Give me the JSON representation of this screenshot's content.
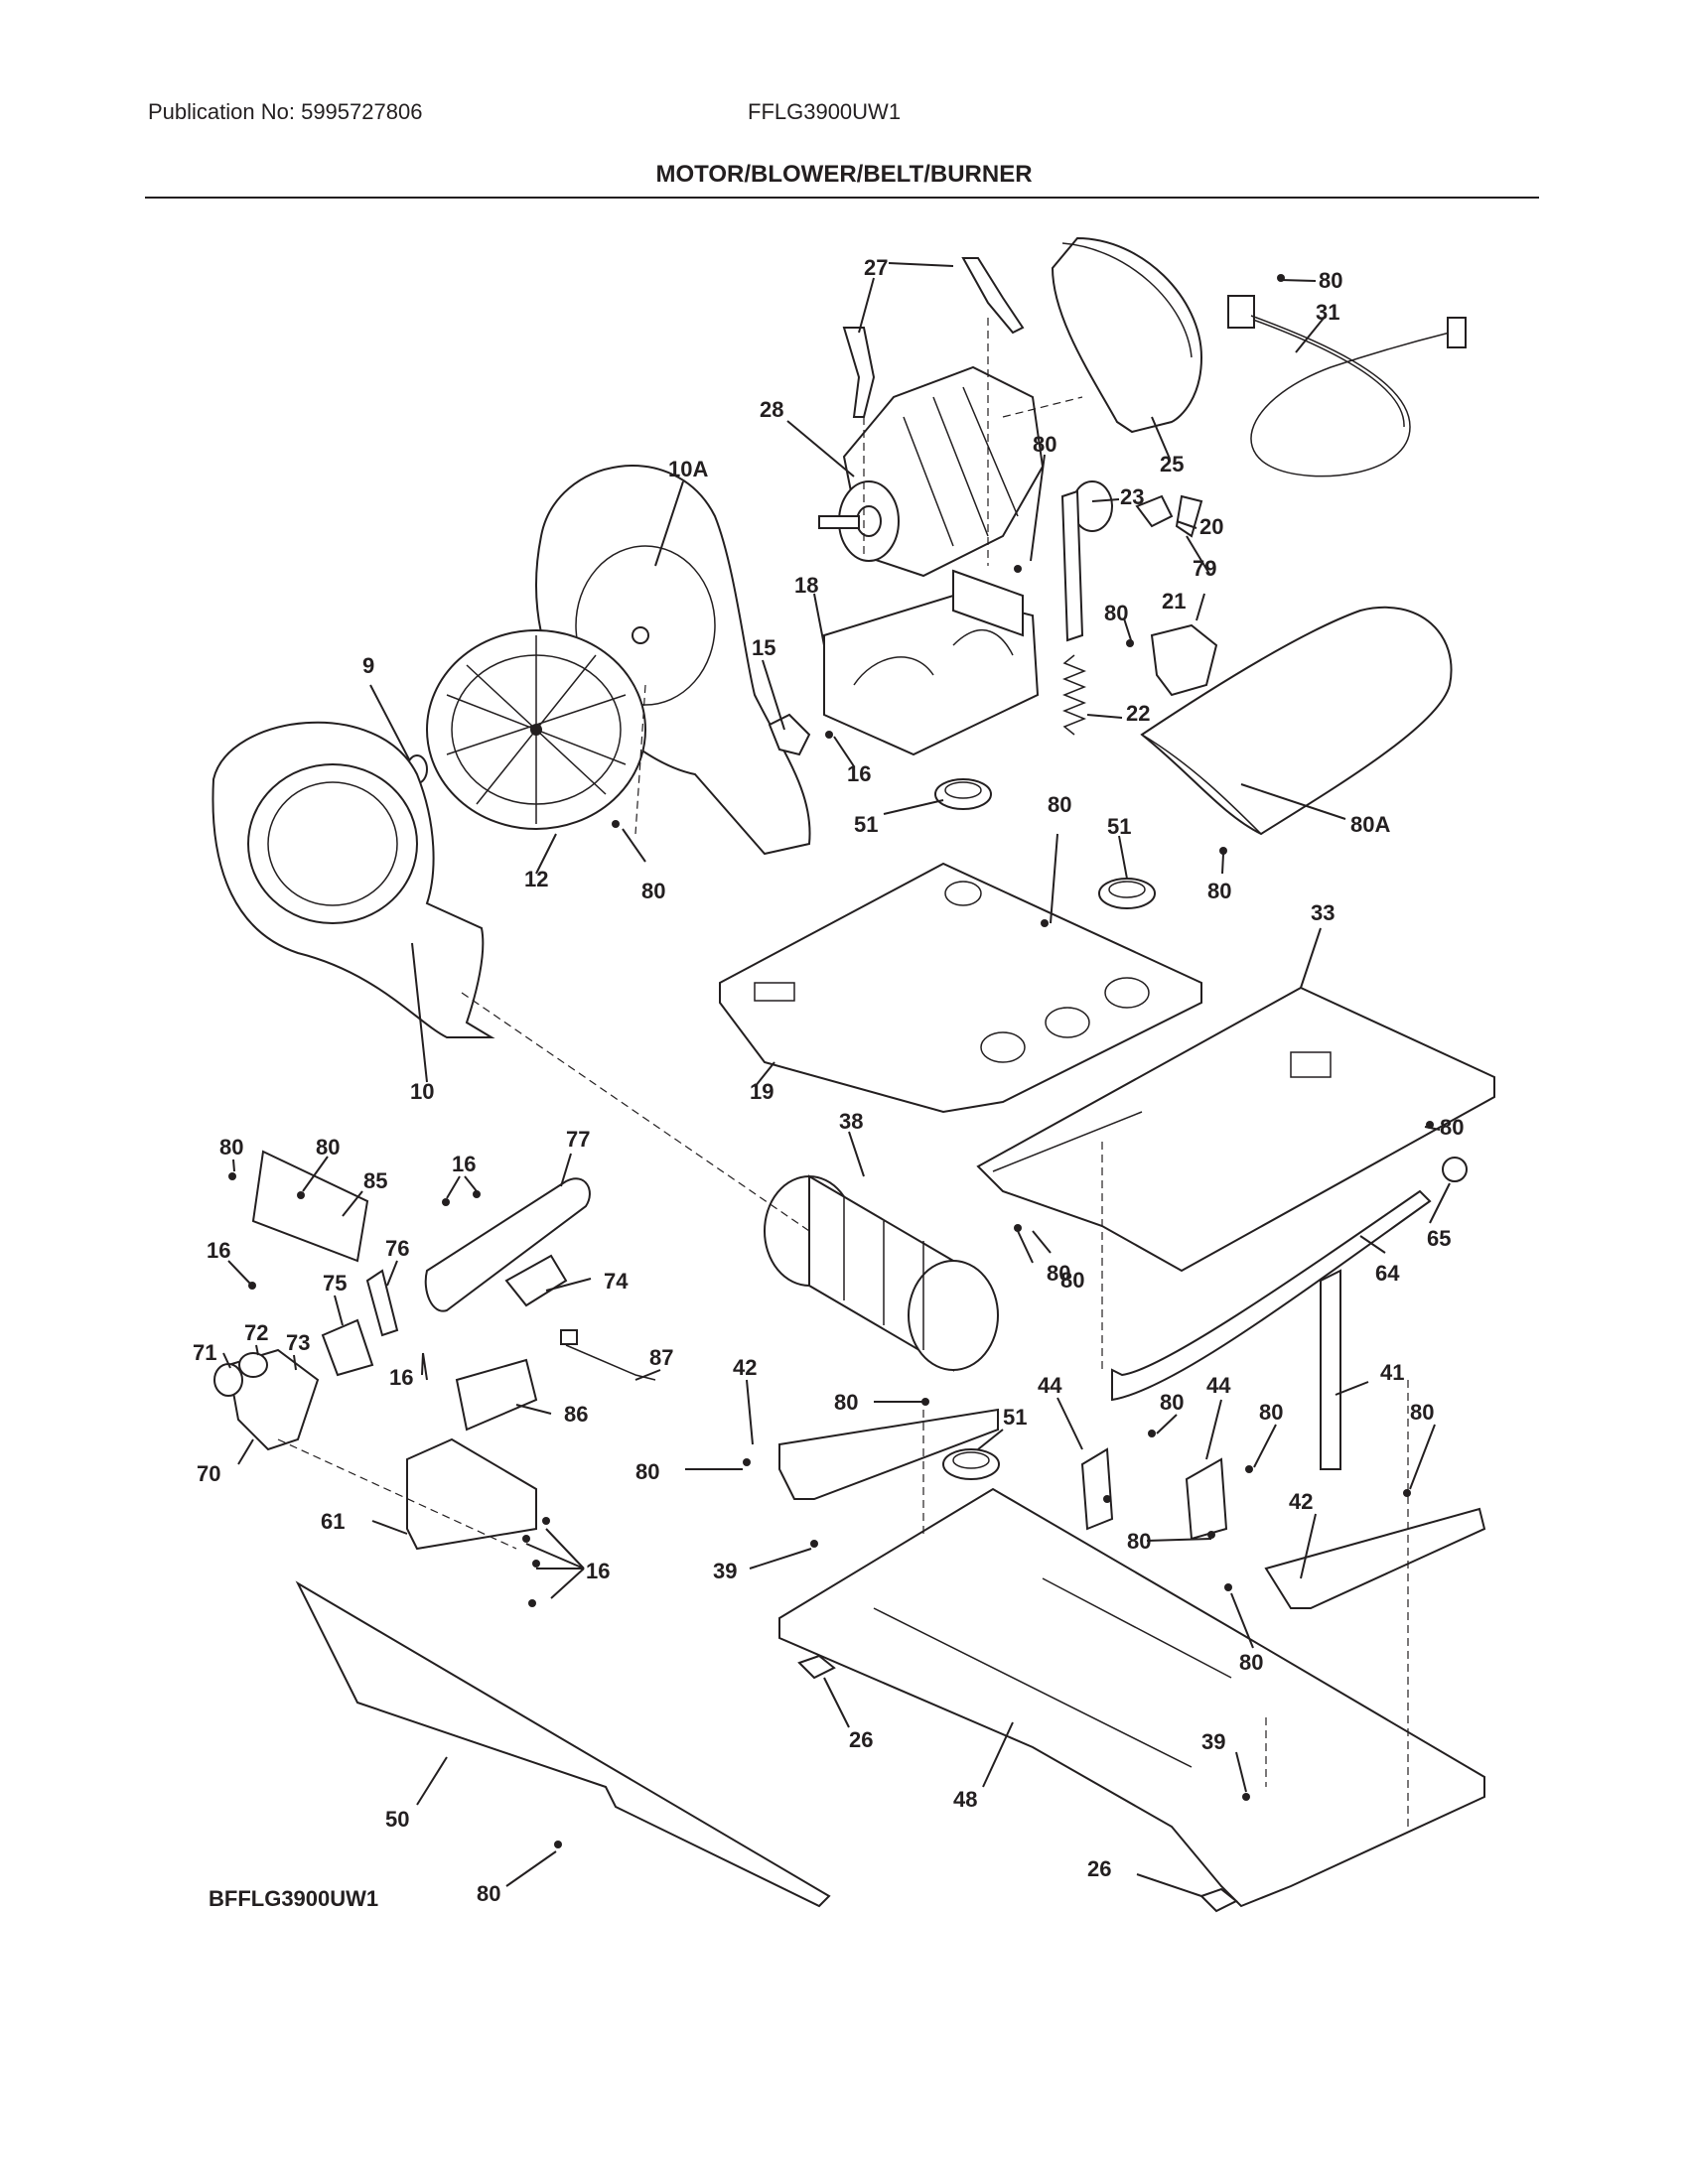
{
  "header": {
    "publication": "Publication No: 5995727806",
    "model": "FFLG3900UW1",
    "title": "MOTOR/BLOWER/BELT/BURNER"
  },
  "footer": {
    "diagram_code": "BFFLG3900UW1"
  },
  "callouts": {
    "c27": "27",
    "c80_cord": "80",
    "c31": "31",
    "c28": "28",
    "c80_motor": "80",
    "c25": "25",
    "c10A": "10A",
    "c23": "23",
    "c20": "20",
    "c79": "79",
    "c18": "18",
    "c21": "21",
    "c80_tstat": "80",
    "c9": "9",
    "c15": "15",
    "c22": "22",
    "c16_top": "16",
    "c12": "12",
    "c80_fan": "80",
    "c51_a": "51",
    "c80_base": "80",
    "c51_b": "51",
    "c80A": "80A",
    "c80_cover": "80",
    "c33": "33",
    "c10": "10",
    "c19": "19",
    "c38": "38",
    "c80_right": "80",
    "c65": "65",
    "c80_left": "80",
    "c80_bracket": "80",
    "c85": "85",
    "c16_tubes": "16",
    "c77": "77",
    "c16_left": "16",
    "c76": "76",
    "c74": "74",
    "c75": "75",
    "c80_pan": "80",
    "c64": "64",
    "c72": "72",
    "c71": "71",
    "c73": "73",
    "c16_mid": "16",
    "c87": "87",
    "c41": "41",
    "c42_left": "42",
    "c80_rail": "80",
    "c44_a": "44",
    "c44_b": "44",
    "c80_e": "80",
    "c80_f": "80",
    "c80_g": "80",
    "c86": "86",
    "c51_c": "51",
    "c80_rail_left": "80",
    "c70": "70",
    "c42_right": "42",
    "c61": "61",
    "c80_h": "80",
    "c39_a": "39",
    "c16_bottom": "16",
    "c80_i": "80",
    "c26_a": "26",
    "c39_b": "39",
    "c50": "50",
    "c48": "48",
    "c26_b": "26",
    "c80_panel": "80"
  }
}
